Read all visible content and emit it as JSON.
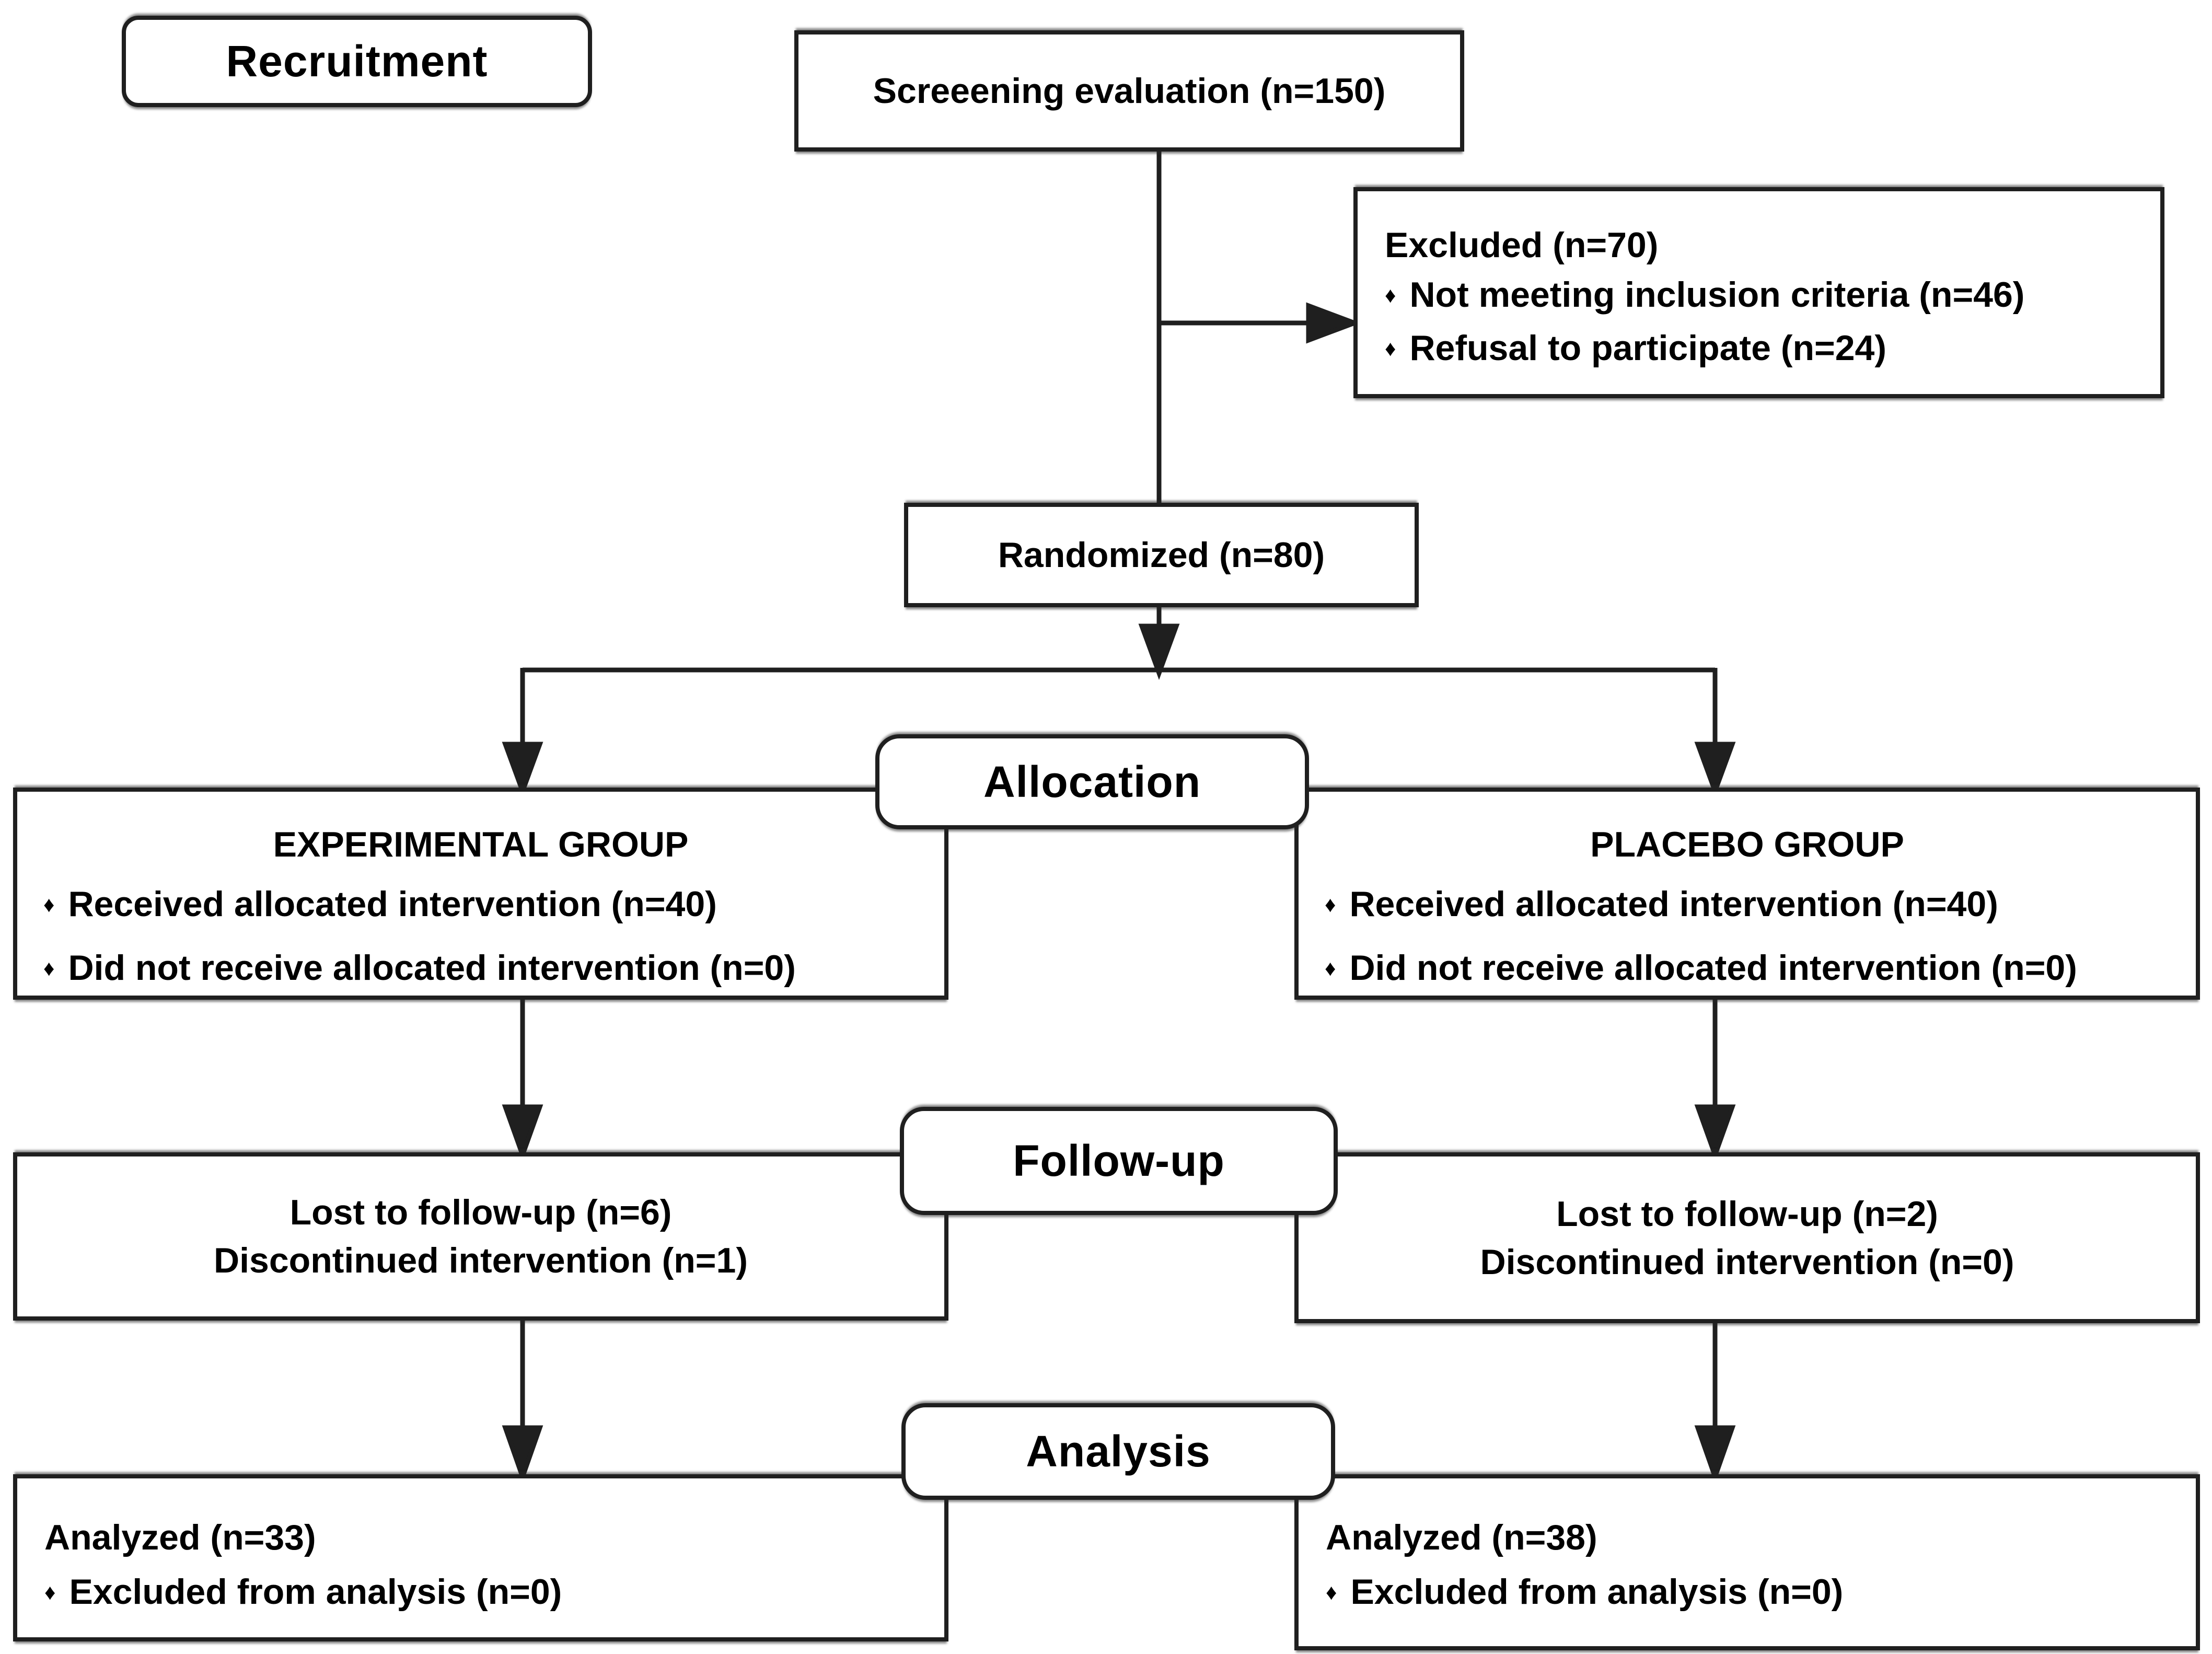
{
  "icons": {
    "bullet": "♦"
  },
  "colors": {
    "line": "#1f1f1f",
    "box_border": "#1f1f1f",
    "text": "#000000",
    "background": "#ffffff"
  },
  "flow": {
    "recruitment": {
      "label": "Recruitment"
    },
    "screening": {
      "text": "Screeening evaluation (n=150)"
    },
    "excluded": {
      "title": "Excluded (n=70)",
      "items": [
        "Not meeting inclusion criteria (n=46)",
        "Refusal to participate (n=24)"
      ]
    },
    "randomized": {
      "text": "Randomized (n=80)"
    },
    "allocation": {
      "label": "Allocation"
    },
    "experimental": {
      "title": "EXPERIMENTAL GROUP",
      "items": [
        "Received allocated intervention (n=40)",
        "Did not receive allocated intervention (n=0)"
      ]
    },
    "placebo": {
      "title": "PLACEBO GROUP",
      "items": [
        "Received allocated intervention (n=40)",
        "Did not receive allocated intervention (n=0)"
      ]
    },
    "followup": {
      "label": "Follow-up"
    },
    "followup_left": {
      "lines": [
        "Lost to follow-up (n=6)",
        "Discontinued intervention (n=1)"
      ]
    },
    "followup_right": {
      "lines": [
        "Lost to follow-up (n=2)",
        "Discontinued intervention (n=0)"
      ]
    },
    "analysis": {
      "label": "Analysis"
    },
    "analysis_left": {
      "title": "Analyzed (n=33)",
      "items": [
        "Excluded from analysis (n=0)"
      ]
    },
    "analysis_right": {
      "title": "Analyzed (n=38)",
      "items": [
        "Excluded from analysis (n=0)"
      ]
    }
  }
}
